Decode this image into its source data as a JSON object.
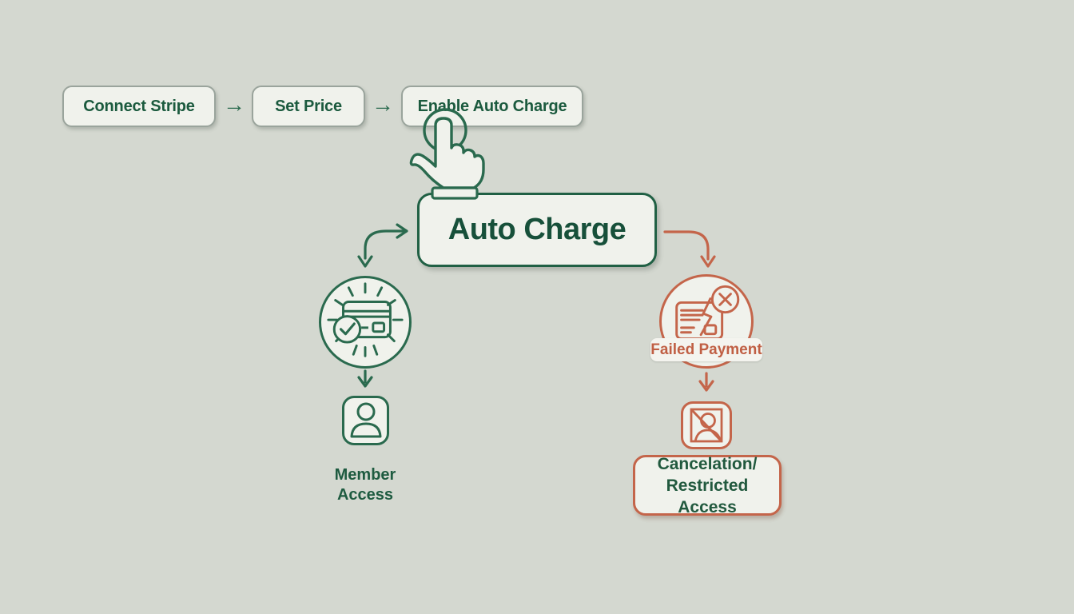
{
  "palette": {
    "background": "#d4d8d0",
    "surface": "#f0f2ec",
    "green_stroke": "#2a6a4e",
    "green_text": "#17503a",
    "orange_stroke": "#c4654a",
    "orange_text": "#c05f44",
    "gray_border": "#9aa49c"
  },
  "top_flow": {
    "arrow_glyph": "→",
    "steps": [
      {
        "label": "Connect Stripe"
      },
      {
        "label": "Set Price"
      },
      {
        "label": "Enable Auto Charge"
      }
    ]
  },
  "cursor": {
    "icon": "tap-hand-cursor-icon"
  },
  "main_node": {
    "label": "Auto Charge"
  },
  "success_branch": {
    "payment_icon": "card-approved-burst-icon",
    "person_icon": "member-person-icon",
    "label_line1": "Member",
    "label_line2": "Access"
  },
  "failure_branch": {
    "payment_icon": "card-declined-icon",
    "badge_label": "Failed Payment",
    "person_icon": "user-blocked-icon",
    "outcome_line1": "Cancelation/",
    "outcome_line2": "Restricted Access"
  }
}
